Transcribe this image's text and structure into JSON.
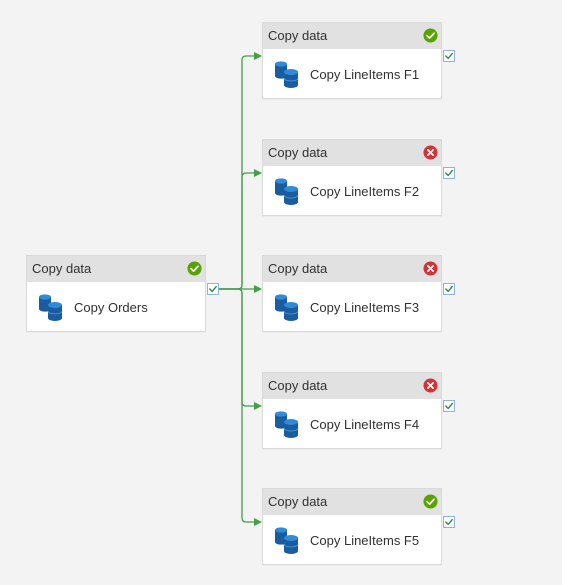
{
  "colors": {
    "canvas_bg": "#f3f3f3",
    "header_bg": "#e1e1e1",
    "connector": "#43a047",
    "success": "#57a300",
    "failed": "#d13438",
    "db_blue": "#1a5c9e",
    "db_light": "#2f8ad8",
    "port_check": "#2e8b57"
  },
  "pipeline": {
    "activities": [
      {
        "id": "copy-orders",
        "type_label": "Copy data",
        "name": "Copy Orders",
        "icon": "database-copy-icon",
        "status": "succeeded",
        "status_icon": "check-circle-icon"
      },
      {
        "id": "copy-lineitems-f1",
        "type_label": "Copy data",
        "name": "Copy LineItems F1",
        "icon": "database-copy-icon",
        "status": "succeeded",
        "status_icon": "check-circle-icon"
      },
      {
        "id": "copy-lineitems-f2",
        "type_label": "Copy data",
        "name": "Copy LineItems F2",
        "icon": "database-copy-icon",
        "status": "failed",
        "status_icon": "error-circle-icon"
      },
      {
        "id": "copy-lineitems-f3",
        "type_label": "Copy data",
        "name": "Copy LineItems F3",
        "icon": "database-copy-icon",
        "status": "failed",
        "status_icon": "error-circle-icon"
      },
      {
        "id": "copy-lineitems-f4",
        "type_label": "Copy data",
        "name": "Copy LineItems F4",
        "icon": "database-copy-icon",
        "status": "failed",
        "status_icon": "error-circle-icon"
      },
      {
        "id": "copy-lineitems-f5",
        "type_label": "Copy data",
        "name": "Copy LineItems F5",
        "icon": "database-copy-icon",
        "status": "succeeded",
        "status_icon": "check-circle-icon"
      }
    ],
    "dependencies": [
      {
        "from": "copy-orders",
        "to": "copy-lineitems-f1",
        "condition": "Succeeded"
      },
      {
        "from": "copy-orders",
        "to": "copy-lineitems-f2",
        "condition": "Succeeded"
      },
      {
        "from": "copy-orders",
        "to": "copy-lineitems-f3",
        "condition": "Succeeded"
      },
      {
        "from": "copy-orders",
        "to": "copy-lineitems-f4",
        "condition": "Succeeded"
      },
      {
        "from": "copy-orders",
        "to": "copy-lineitems-f5",
        "condition": "Succeeded"
      }
    ]
  }
}
